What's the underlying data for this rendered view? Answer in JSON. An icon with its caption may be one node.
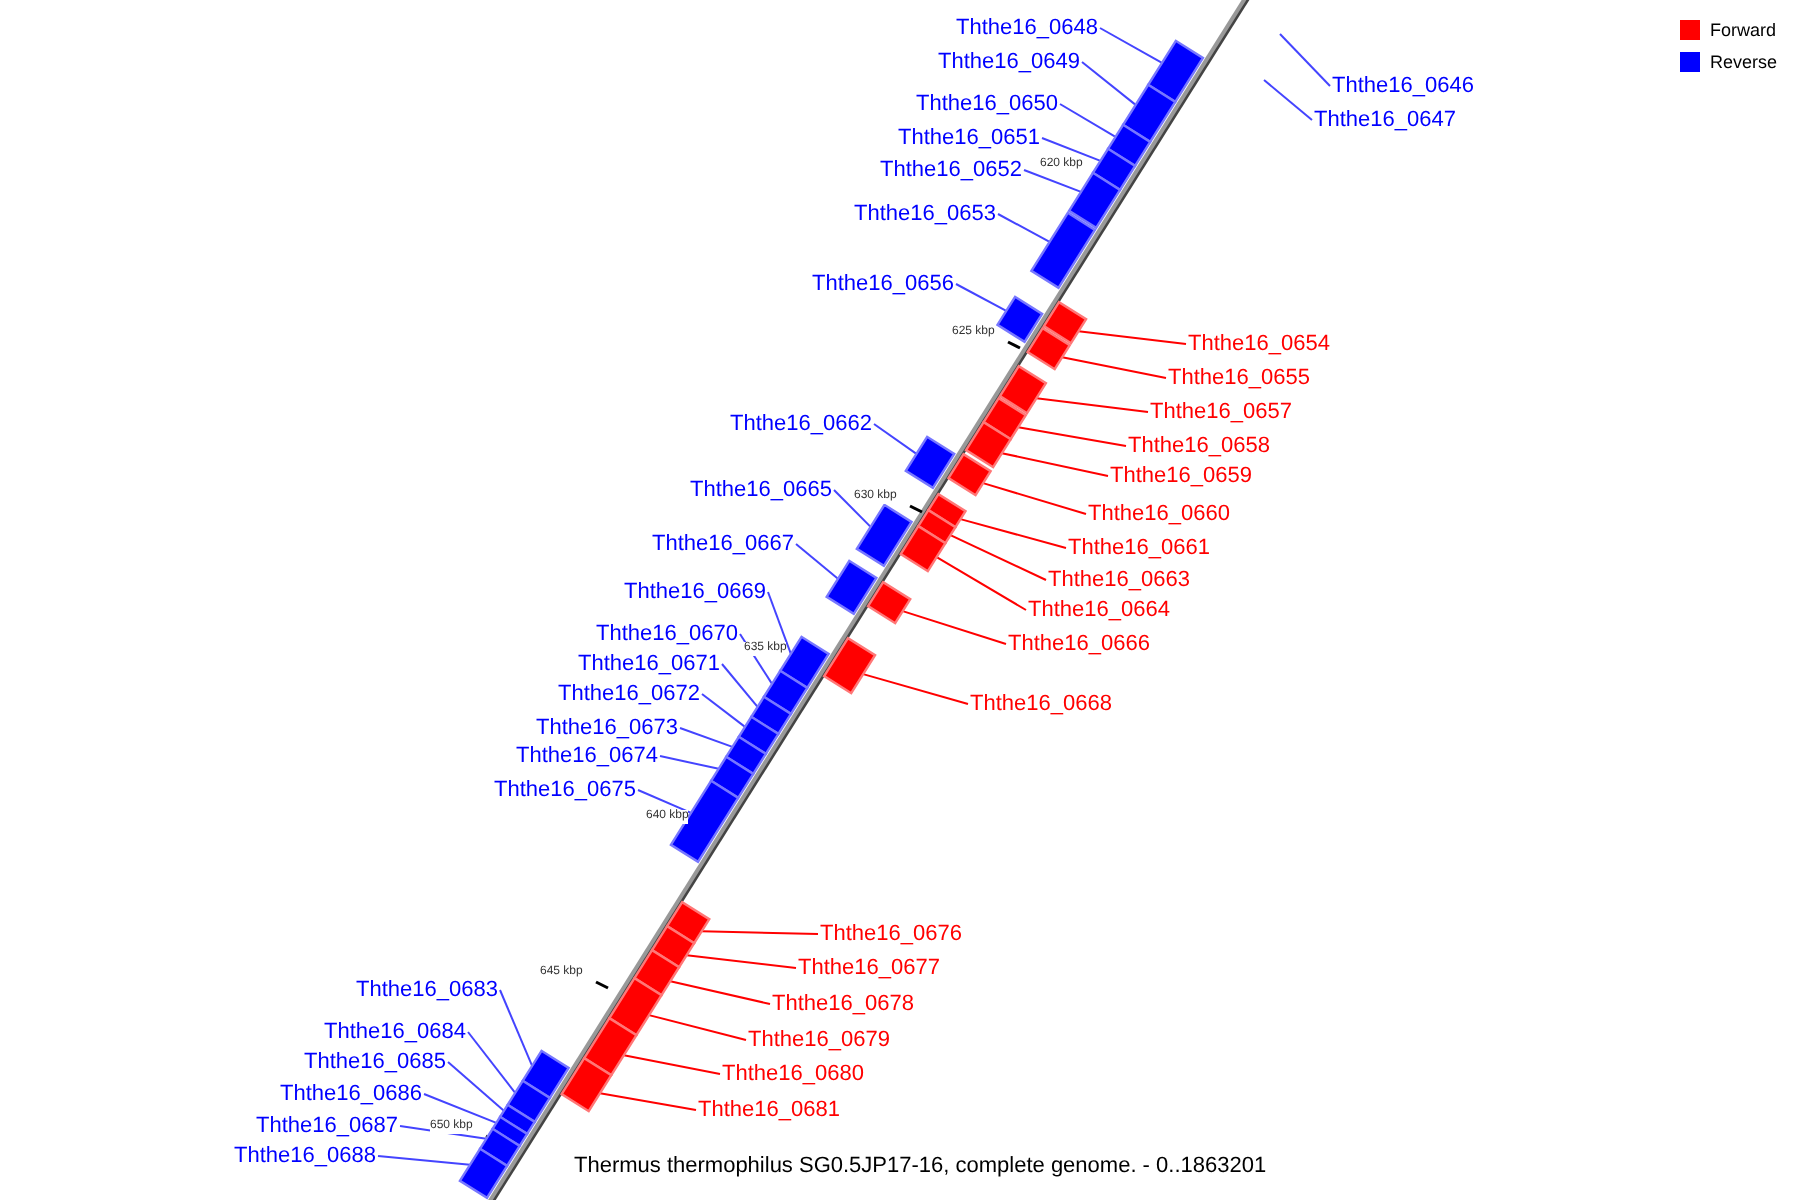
{
  "diagram": {
    "caption": "Thermus thermophilus SG0.5JP17-16, complete genome. - 0..1863201",
    "nodes": [
      {
        "text": [
          "Ththe16_0648"
        ]
      },
      {
        "text": [
          "Ththe16_0649"
        ]
      },
      {
        "text": [
          "Ththe16_0646"
        ]
      },
      {
        "text": [
          "Ththe16_0650"
        ]
      },
      {
        "text": [
          "Ththe16_0647"
        ]
      },
      {
        "text": [
          "Ththe16_0651"
        ]
      },
      {
        "text": [
          "Ththe16_0652"
        ]
      },
      {
        "text": [
          "Ththe16_0653"
        ]
      },
      {
        "text": [
          "Ththe16_0656"
        ]
      },
      {
        "text": [
          "Ththe16_0654"
        ]
      },
      {
        "text": [
          "Ththe16_0655"
        ]
      },
      {
        "text": [
          "Ththe16_0657"
        ]
      },
      {
        "text": [
          "Ththe16_0662"
        ]
      },
      {
        "text": [
          "Ththe16_0658"
        ]
      },
      {
        "text": [
          "Ththe16_0659"
        ]
      },
      {
        "text": [
          "Ththe16_0665"
        ]
      },
      {
        "text": [
          "Ththe16_0660"
        ]
      },
      {
        "text": [
          "Ththe16_0667"
        ]
      },
      {
        "text": [
          "Ththe16_0661"
        ]
      },
      {
        "text": [
          "Ththe16_0663"
        ]
      },
      {
        "text": [
          "Ththe16_0669"
        ]
      },
      {
        "text": [
          "Ththe16_0664"
        ]
      },
      {
        "text": [
          "Ththe16_0670"
        ]
      },
      {
        "text": [
          "Ththe16_0666"
        ]
      },
      {
        "text": [
          "Ththe16_0671"
        ]
      },
      {
        "text": [
          "Ththe16_0672"
        ]
      },
      {
        "text": [
          "Ththe16_0668"
        ]
      },
      {
        "text": [
          "Ththe16_0673"
        ]
      },
      {
        "text": [
          "Ththe16_0674"
        ]
      },
      {
        "text": [
          "Ththe16_0675"
        ]
      },
      {
        "text": [
          "Ththe16_0676"
        ]
      },
      {
        "text": [
          "Ththe16_0677"
        ]
      },
      {
        "text": [
          "Ththe16_0683"
        ]
      },
      {
        "text": [
          "Ththe16_0678"
        ]
      },
      {
        "text": [
          "Ththe16_0684"
        ]
      },
      {
        "text": [
          "Ththe16_0679"
        ]
      },
      {
        "text": [
          "Ththe16_0685"
        ]
      },
      {
        "text": [
          "Ththe16_0680"
        ]
      },
      {
        "text": [
          "Ththe16_0686"
        ]
      },
      {
        "text": [
          "Ththe16_0681"
        ]
      },
      {
        "text": [
          "Ththe16_0687"
        ]
      },
      {
        "text": [
          "Ththe16_0688"
        ]
      },
      {
        "text": [],
        "shape": "box"
      },
      {
        "text": [],
        "shape": "box"
      },
      {
        "text": [],
        "shape": "box"
      },
      {
        "text": [],
        "shape": "box"
      },
      {
        "text": [],
        "shape": "box"
      },
      {
        "text": [],
        "shape": "box"
      },
      {
        "text": [],
        "shape": "box"
      },
      {
        "text": [],
        "shape": "box"
      },
      {
        "text": [],
        "shape": "box"
      },
      {
        "text": [],
        "shape": "box"
      },
      {
        "text": [],
        "shape": "box"
      },
      {
        "text": [],
        "shape": "box"
      },
      {
        "text": [],
        "shape": "box"
      },
      {
        "text": [],
        "shape": "box"
      },
      {
        "text": [],
        "shape": "box"
      },
      {
        "text": [],
        "shape": "box"
      },
      {
        "text": [],
        "shape": "box"
      },
      {
        "text": [],
        "shape": "box"
      },
      {
        "text": [],
        "shape": "box"
      },
      {
        "text": [],
        "shape": "box"
      },
      {
        "text": [],
        "shape": "box"
      },
      {
        "text": [],
        "shape": "box"
      },
      {
        "text": [],
        "shape": "box"
      },
      {
        "text": [],
        "shape": "box"
      },
      {
        "text": [],
        "shape": "box"
      },
      {
        "text": [],
        "shape": "box"
      },
      {
        "text": [],
        "shape": "box"
      },
      {
        "text": [],
        "shape": "box"
      },
      {
        "text": [],
        "shape": "box"
      },
      {
        "text": [],
        "shape": "box"
      },
      {
        "text": [],
        "shape": "box"
      },
      {
        "text": [],
        "shape": "box"
      },
      {
        "text": [],
        "shape": "box"
      },
      {
        "text": [],
        "shape": "box"
      },
      {
        "text": [],
        "shape": "box"
      },
      {
        "text": [],
        "shape": "box"
      },
      {
        "text": [],
        "shape": "box"
      },
      {
        "text": [],
        "shape": "box"
      },
      {
        "text": [],
        "shape": "box"
      },
      {
        "text": [],
        "shape": "box"
      }
    ],
    "edges": [
      {
        "from": 0,
        "to": 42,
        "arrow": "none"
      },
      {
        "from": 1,
        "to": 43,
        "arrow": "none"
      },
      {
        "from": 2,
        "to": null,
        "arrow": "none"
      },
      {
        "from": 3,
        "to": 44,
        "arrow": "none"
      },
      {
        "from": 4,
        "to": null,
        "arrow": "none"
      },
      {
        "from": 5,
        "to": 45,
        "arrow": "none"
      },
      {
        "from": 6,
        "to": 46,
        "arrow": "none"
      },
      {
        "from": 7,
        "to": 47,
        "arrow": "none"
      },
      {
        "from": 8,
        "to": 48,
        "arrow": "none"
      },
      {
        "from": 9,
        "to": 49,
        "arrow": "none",
        "color": "#ff0000"
      },
      {
        "from": 10,
        "to": 50,
        "arrow": "none",
        "color": "#ff0000"
      },
      {
        "from": 11,
        "to": 51,
        "arrow": "none",
        "color": "#ff0000"
      },
      {
        "from": 12,
        "to": 52,
        "arrow": "none"
      },
      {
        "from": 13,
        "to": 53,
        "arrow": "none",
        "color": "#ff0000"
      },
      {
        "from": 14,
        "to": 54,
        "arrow": "none",
        "color": "#ff0000"
      },
      {
        "from": 15,
        "to": 55,
        "arrow": "none"
      },
      {
        "from": 16,
        "to": 56,
        "arrow": "none",
        "color": "#ff0000"
      },
      {
        "from": 17,
        "to": 57,
        "arrow": "none"
      },
      {
        "from": 18,
        "to": 58,
        "arrow": "none",
        "color": "#ff0000"
      },
      {
        "from": 19,
        "to": 59,
        "arrow": "none",
        "color": "#ff0000"
      },
      {
        "from": 20,
        "to": 60,
        "arrow": "none"
      },
      {
        "from": 21,
        "to": 61,
        "arrow": "none",
        "color": "#ff0000"
      },
      {
        "from": 22,
        "to": 62,
        "arrow": "none"
      },
      {
        "from": 23,
        "to": 63,
        "arrow": "none",
        "color": "#ff0000"
      },
      {
        "from": 24,
        "to": 64,
        "arrow": "none"
      },
      {
        "from": 25,
        "to": 65,
        "arrow": "none"
      },
      {
        "from": 26,
        "to": 66,
        "arrow": "none",
        "color": "#ff0000"
      },
      {
        "from": 27,
        "to": 67,
        "arrow": "none"
      },
      {
        "from": 28,
        "to": 68,
        "arrow": "none"
      },
      {
        "from": 29,
        "to": 69,
        "arrow": "none"
      },
      {
        "from": 30,
        "to": 70,
        "arrow": "none",
        "color": "#ff0000"
      },
      {
        "from": 31,
        "to": 71,
        "arrow": "none",
        "color": "#ff0000"
      },
      {
        "from": 32,
        "to": 72,
        "arrow": "none"
      },
      {
        "from": 33,
        "to": 73,
        "arrow": "none",
        "color": "#ff0000"
      },
      {
        "from": 34,
        "to": 74,
        "arrow": "none"
      },
      {
        "from": 35,
        "to": 75,
        "arrow": "none",
        "color": "#ff0000"
      },
      {
        "from": 36,
        "to": 76,
        "arrow": "none"
      },
      {
        "from": 37,
        "to": 77,
        "arrow": "none",
        "color": "#ff0000"
      },
      {
        "from": 38,
        "to": 78,
        "arrow": "none"
      },
      {
        "from": 39,
        "to": 79,
        "arrow": "none",
        "color": "#ff0000"
      },
      {
        "from": 40,
        "to": 80,
        "arrow": "none"
      },
      {
        "from": 41,
        "to": 81,
        "arrow": "none"
      }
    ],
    "labels": [
      "620 kbp",
      "625 kbp",
      "630 kbp",
      "635 kbp",
      "640 kbp",
      "645 kbp",
      "650 kbp"
    ],
    "legend": [
      {
        "text": "Forward",
        "color": "#ff0000"
      },
      {
        "text": "Reverse",
        "color": "#0000ff"
      }
    ]
  }
}
